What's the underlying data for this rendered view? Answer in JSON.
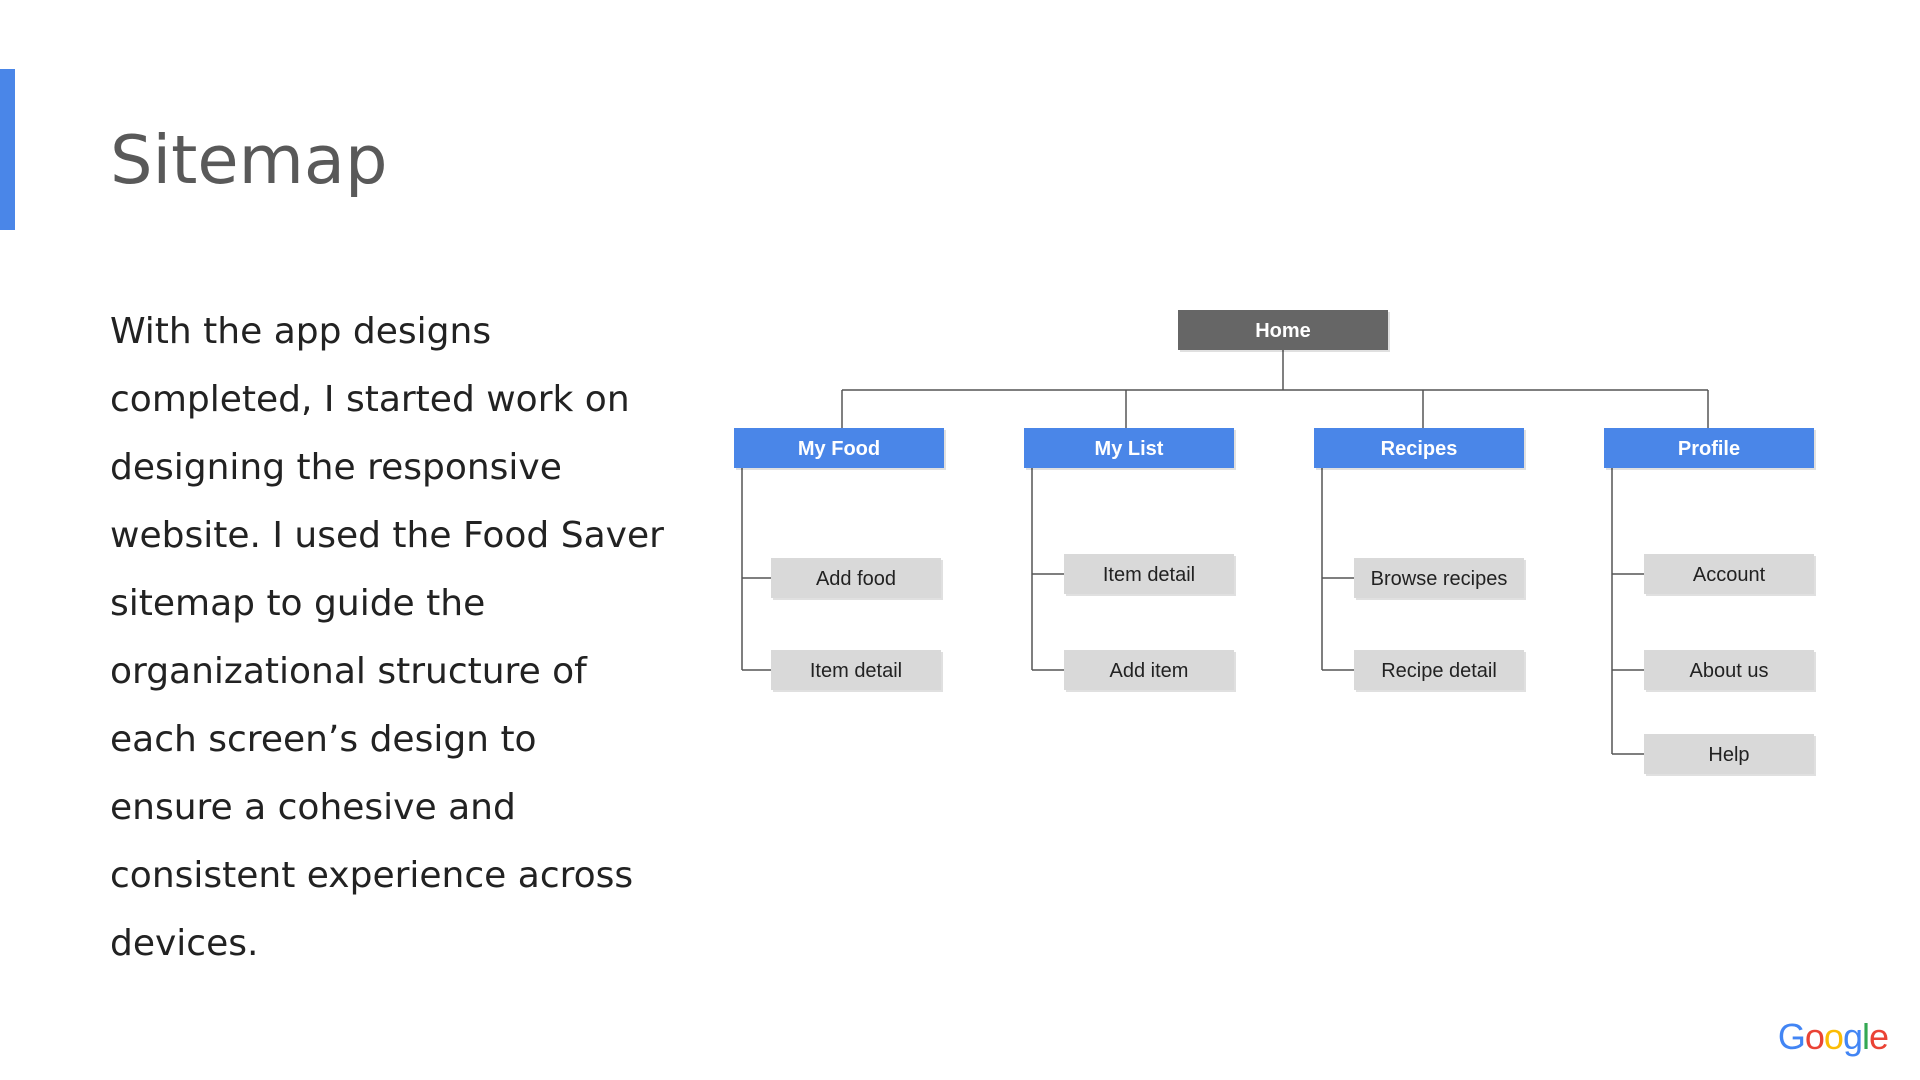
{
  "slide": {
    "title": "Sitemap",
    "body": "With the app designs completed, I started work on designing the responsive website. I used the Food Saver sitemap to guide the organizational structure of each screen’s design to ensure a cohesive and consistent experience across devices.",
    "accent_color": "#4a86e8"
  },
  "sitemap": {
    "root": {
      "label": "Home",
      "color": "#666666"
    },
    "sections": [
      {
        "label": "My Food",
        "color": "#4a86e8",
        "children": [
          "Add food",
          "Item detail"
        ]
      },
      {
        "label": "My List",
        "color": "#4a86e8",
        "children": [
          "Item detail",
          "Add item"
        ]
      },
      {
        "label": "Recipes",
        "color": "#4a86e8",
        "children": [
          "Browse recipes",
          "Recipe detail"
        ]
      },
      {
        "label": "Profile",
        "color": "#4a86e8",
        "children": [
          "Account",
          "About us",
          "Help"
        ]
      }
    ],
    "child_color": "#d9d9d9"
  },
  "logo": {
    "letters": [
      "G",
      "o",
      "o",
      "g",
      "l",
      "e"
    ],
    "colors": [
      "#4285f4",
      "#ea4335",
      "#fbbc05",
      "#4285f4",
      "#34a853",
      "#ea4335"
    ]
  }
}
